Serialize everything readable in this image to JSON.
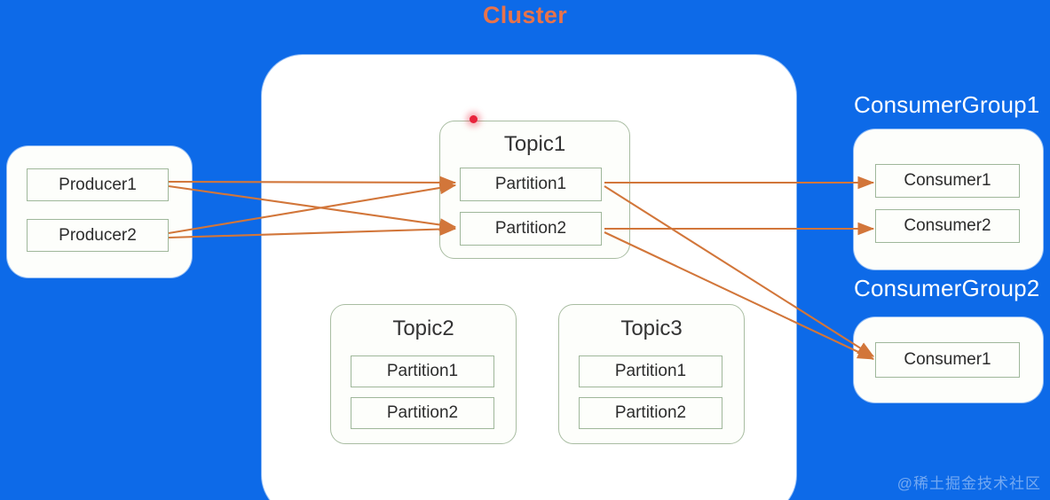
{
  "diagram": {
    "title": "Cluster",
    "title_color": "#e8734a",
    "background_color": "#0d6ae8",
    "panel_color": "#ffffff",
    "box_border_color": "#9fb79a",
    "arrow_color": "#d2763a",
    "marker_color": "#e8243c"
  },
  "producers": {
    "items": [
      {
        "label": "Producer1"
      },
      {
        "label": "Producer2"
      }
    ]
  },
  "cluster": {
    "label": "Cluster",
    "topics": [
      {
        "name": "Topic1",
        "has_marker": true,
        "partitions": [
          {
            "label": "Partition1"
          },
          {
            "label": "Partition2"
          }
        ]
      },
      {
        "name": "Topic2",
        "has_marker": false,
        "partitions": [
          {
            "label": "Partition1"
          },
          {
            "label": "Partition2"
          }
        ]
      },
      {
        "name": "Topic3",
        "has_marker": false,
        "partitions": [
          {
            "label": "Partition1"
          },
          {
            "label": "Partition2"
          }
        ]
      }
    ]
  },
  "consumer_groups": [
    {
      "name": "ConsumerGroup1",
      "consumers": [
        {
          "label": "Consumer1"
        },
        {
          "label": "Consumer2"
        }
      ]
    },
    {
      "name": "ConsumerGroup2",
      "consumers": [
        {
          "label": "Consumer1"
        }
      ]
    }
  ],
  "connections": [
    {
      "from": "Producer1",
      "to": "Topic1.Partition1"
    },
    {
      "from": "Producer1",
      "to": "Topic1.Partition2"
    },
    {
      "from": "Producer2",
      "to": "Topic1.Partition1"
    },
    {
      "from": "Producer2",
      "to": "Topic1.Partition2"
    },
    {
      "from": "Topic1.Partition1",
      "to": "ConsumerGroup1.Consumer1"
    },
    {
      "from": "Topic1.Partition2",
      "to": "ConsumerGroup1.Consumer2"
    },
    {
      "from": "Topic1.Partition1",
      "to": "ConsumerGroup2.Consumer1"
    },
    {
      "from": "Topic1.Partition2",
      "to": "ConsumerGroup2.Consumer1"
    }
  ],
  "watermark": "@稀土掘金技术社区"
}
